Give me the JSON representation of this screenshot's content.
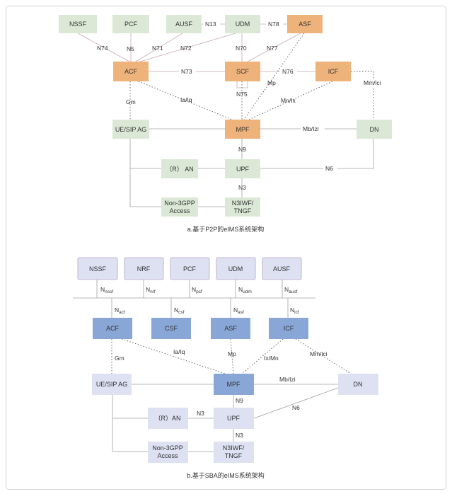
{
  "diagram_a": {
    "caption": "a.基于P2P的eIMS系统架构",
    "nodes": {
      "nssf": "NSSF",
      "pcf": "PCF",
      "ausf": "AUSF",
      "udm": "UDM",
      "asf": "ASF",
      "acf": "ACF",
      "scf": "SCF",
      "icf": "ICF",
      "ue": "UE/SIP AG",
      "mpf": "MPF",
      "dn": "DN",
      "ran": "（R） AN",
      "upf": "UPF",
      "non3gpp_1": "Non-3GPP",
      "non3gpp_2": "Access",
      "n3iwf_1": "N3IWF/",
      "n3iwf_2": "TNGF"
    },
    "links": {
      "n74": "N74",
      "n5": "N5",
      "n71": "N71",
      "n72": "N72",
      "n13": "N13",
      "n78": "N78",
      "n70": "N70",
      "n77": "N77",
      "n73": "N73",
      "n76": "N76",
      "n75": "N75",
      "mm_lci": "Mm/lci",
      "gm": "Gm",
      "ia_iq": "Ia/Iq",
      "mp": "Mp",
      "mn_ix": "Mn/Ix",
      "mb_izi": "Mb/Izi",
      "n9": "N9",
      "n6": "N6",
      "n3": "N3"
    }
  },
  "diagram_b": {
    "caption": "b.基于SBA的eIMS系统架构",
    "nodes": {
      "nssf": "NSSF",
      "nrf": "NRF",
      "pcf": "PCF",
      "udm": "UDM",
      "ausf": "AUSF",
      "acf": "ACF",
      "csf": "CSF",
      "asf": "ASF",
      "icf": "ICF",
      "ue": "UE/SIP AG",
      "mpf": "MPF",
      "dn": "DN",
      "ran": "（R）AN",
      "upf": "UPF",
      "non3gpp_1": "Non-3GPP",
      "non3gpp_2": "Access",
      "n3iwf_1": "N3IWF/",
      "n3iwf_2": "TNGF"
    },
    "interfaces": {
      "n_nssf": {
        "base": "N",
        "sub": "nssf"
      },
      "n_nrf": {
        "base": "N",
        "sub": "nrf"
      },
      "n_pcf": {
        "base": "N",
        "sub": "pcf"
      },
      "n_udm": {
        "base": "N",
        "sub": "udm"
      },
      "n_ausf": {
        "base": "N",
        "sub": "ausf"
      },
      "n_acf": {
        "base": "N",
        "sub": "acf"
      },
      "n_csf": {
        "base": "N",
        "sub": "csf"
      },
      "n_asf": {
        "base": "N",
        "sub": "asf"
      },
      "n_icf": {
        "base": "N",
        "sub": "icf"
      }
    },
    "links": {
      "gm": "Gm",
      "ia_iq": "Ia/Iq",
      "mp": "Mp",
      "ix_mn": "Ix/Mn",
      "mm_lci": "Mm/lci",
      "mb_izi": "Mb/Izi",
      "n9": "N9",
      "n6": "N6",
      "n3_ran": "N3",
      "n3_upf": "N3"
    }
  },
  "colors": {
    "green_box": "#dbe8d6",
    "orange_box": "#eeb27b",
    "lavender_box": "#dde1f2",
    "blue_box": "#88a7d6",
    "line": "#a0a0a0",
    "pink_line": "#c9a6b4",
    "frame": "#d5d5d5"
  }
}
